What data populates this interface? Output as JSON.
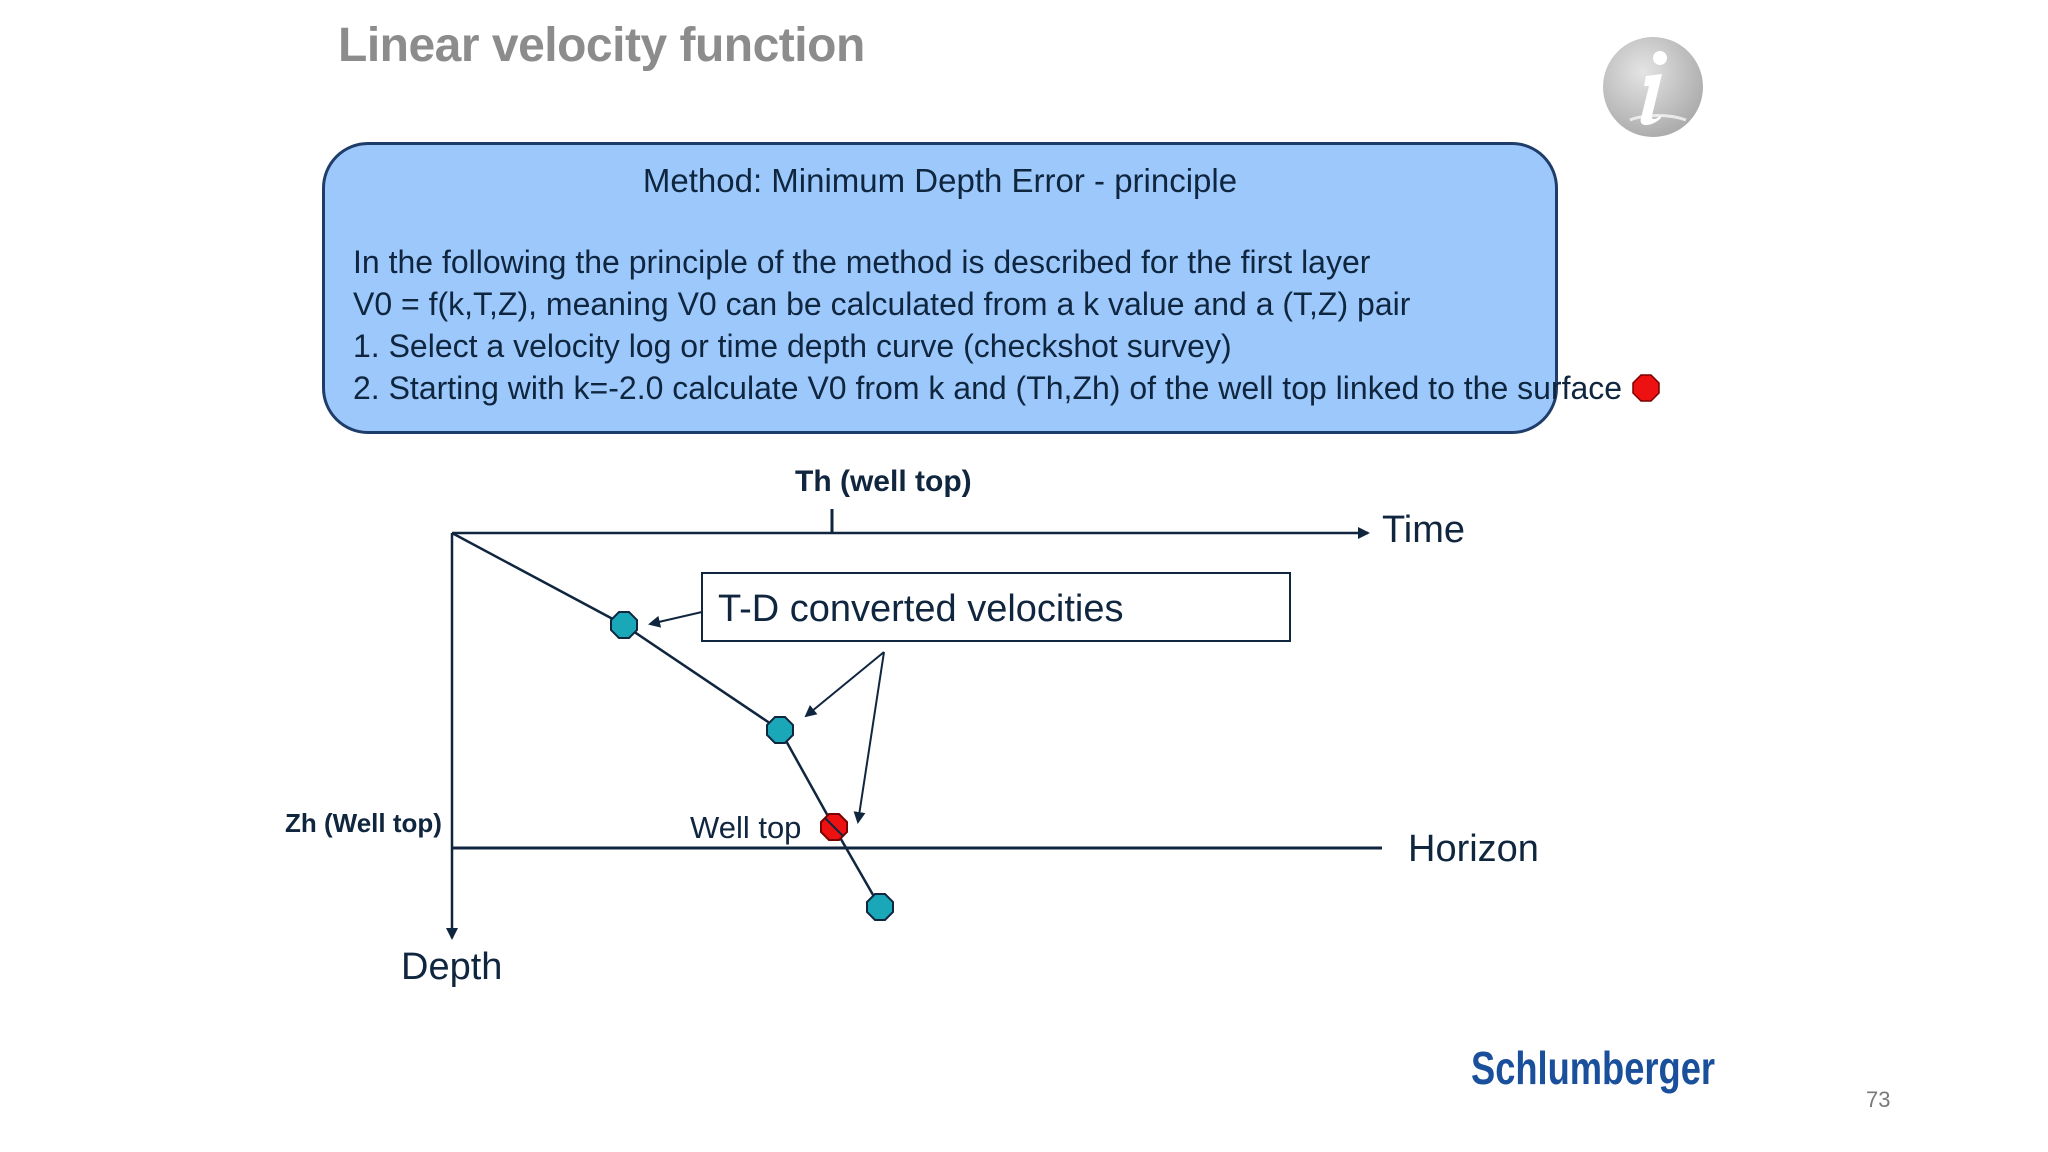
{
  "slide": {
    "title": "Linear velocity function",
    "page_number": "73",
    "logo_text": "Schlumberger"
  },
  "method_box": {
    "heading": "Method: Minimum Depth Error - principle",
    "lines": [
      "In the following the principle of the method is described for the first layer",
      "V0 = f(k,T,Z), meaning V0 can be calculated from a k value and a (T,Z) pair",
      "1. Select a velocity log or time depth curve (checkshot survey)",
      "2. Starting with k=-2.0 calculate V0 from k and (Th,Zh) of the well top linked to the surface"
    ]
  },
  "diagram": {
    "time_axis_label": "Time",
    "depth_axis_label": "Depth",
    "th_label": "Th (well top)",
    "zh_label": "Zh  (Well top)",
    "horizon_label": "Horizon",
    "well_top_label": "Well top",
    "td_box_label": "T-D converted velocities"
  },
  "colors": {
    "title_gray": "#8c8c8c",
    "box_fill": "#9cc8fc",
    "box_border": "#1f3d6a",
    "navy": "#10263f",
    "teal_marker": "#1aa7b8",
    "red_marker": "#ee1111"
  },
  "icons": {
    "info": "info-icon",
    "logo": "schlumberger-logo"
  }
}
